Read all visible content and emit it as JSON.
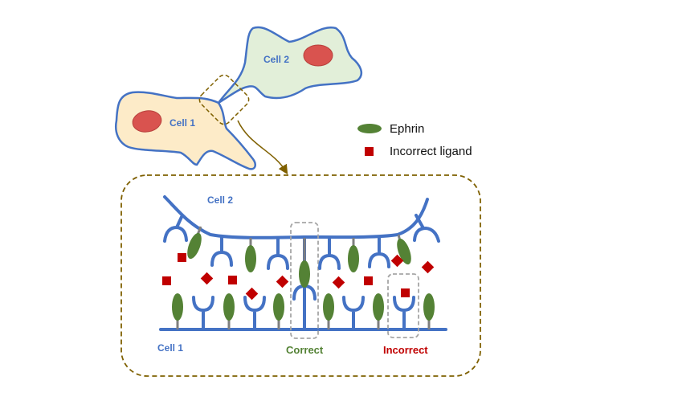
{
  "cells": {
    "cell1_label": "Cell 1",
    "cell2_label": "Cell 2"
  },
  "legend": {
    "ephrin_label": "Ephrin",
    "incorrect_ligand_label": "Incorrect ligand"
  },
  "zoom": {
    "cell2_label": "Cell 2",
    "cell1_label": "Cell 1",
    "correct_label": "Correct",
    "incorrect_label": "Incorrect"
  },
  "colors": {
    "membrane": "#4472c4",
    "cell1_fill": "#fdebc8",
    "cell2_fill": "#e2efd9",
    "nucleus": "#d9534f",
    "ephrin": "#548235",
    "incorrect_ligand": "#c00000",
    "zoom_border": "#7f6000",
    "highlight_box": "#a6a6a6"
  }
}
